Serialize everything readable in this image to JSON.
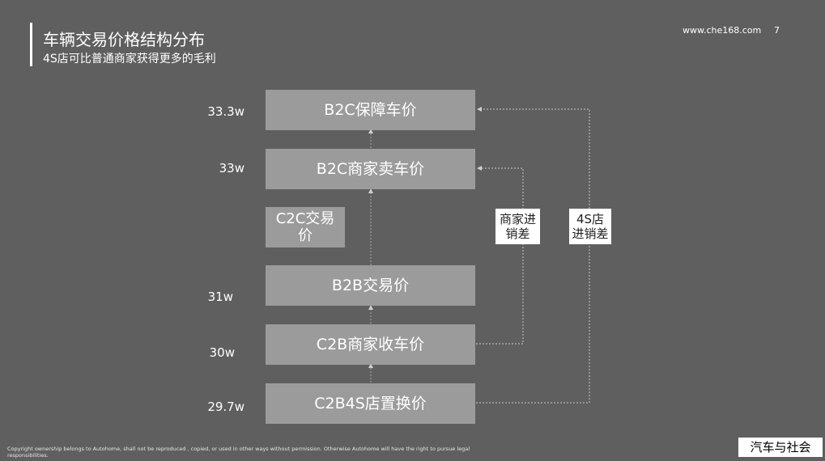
{
  "header": {
    "title": "车辆交易价格结构分布",
    "subtitle": "4S店可比普通商家获得更多的毛利",
    "site": "www.che168.com",
    "page_number": "7"
  },
  "diagram": {
    "boxes": [
      {
        "label": "B2C保障车价",
        "price": "33.3w"
      },
      {
        "label": "B2C商家卖车价",
        "price": "33w"
      },
      {
        "label": "C2C交易\n价"
      },
      {
        "label": "B2B交易价",
        "price": "31w"
      },
      {
        "label": "C2B商家收车价",
        "price": "30w"
      },
      {
        "label": "C2B4S店置换价",
        "price": "29.7w"
      }
    ],
    "brackets": [
      {
        "label": "商家进\n销差"
      },
      {
        "label": "4S店\n进销差"
      }
    ]
  },
  "footer": {
    "copyright": "Copyright ownership belongs to Autohome, shall not be reproduced , copied, or used in other ways without permission. Otherwise Autohome will have the right to pursue legal responsibilities.",
    "watermark": "汽车与社会"
  },
  "colors": {
    "background": "#5f5f60",
    "box_fill": "#9b9b9b",
    "text": "#ffffff",
    "connector": "#c8c8c8"
  }
}
